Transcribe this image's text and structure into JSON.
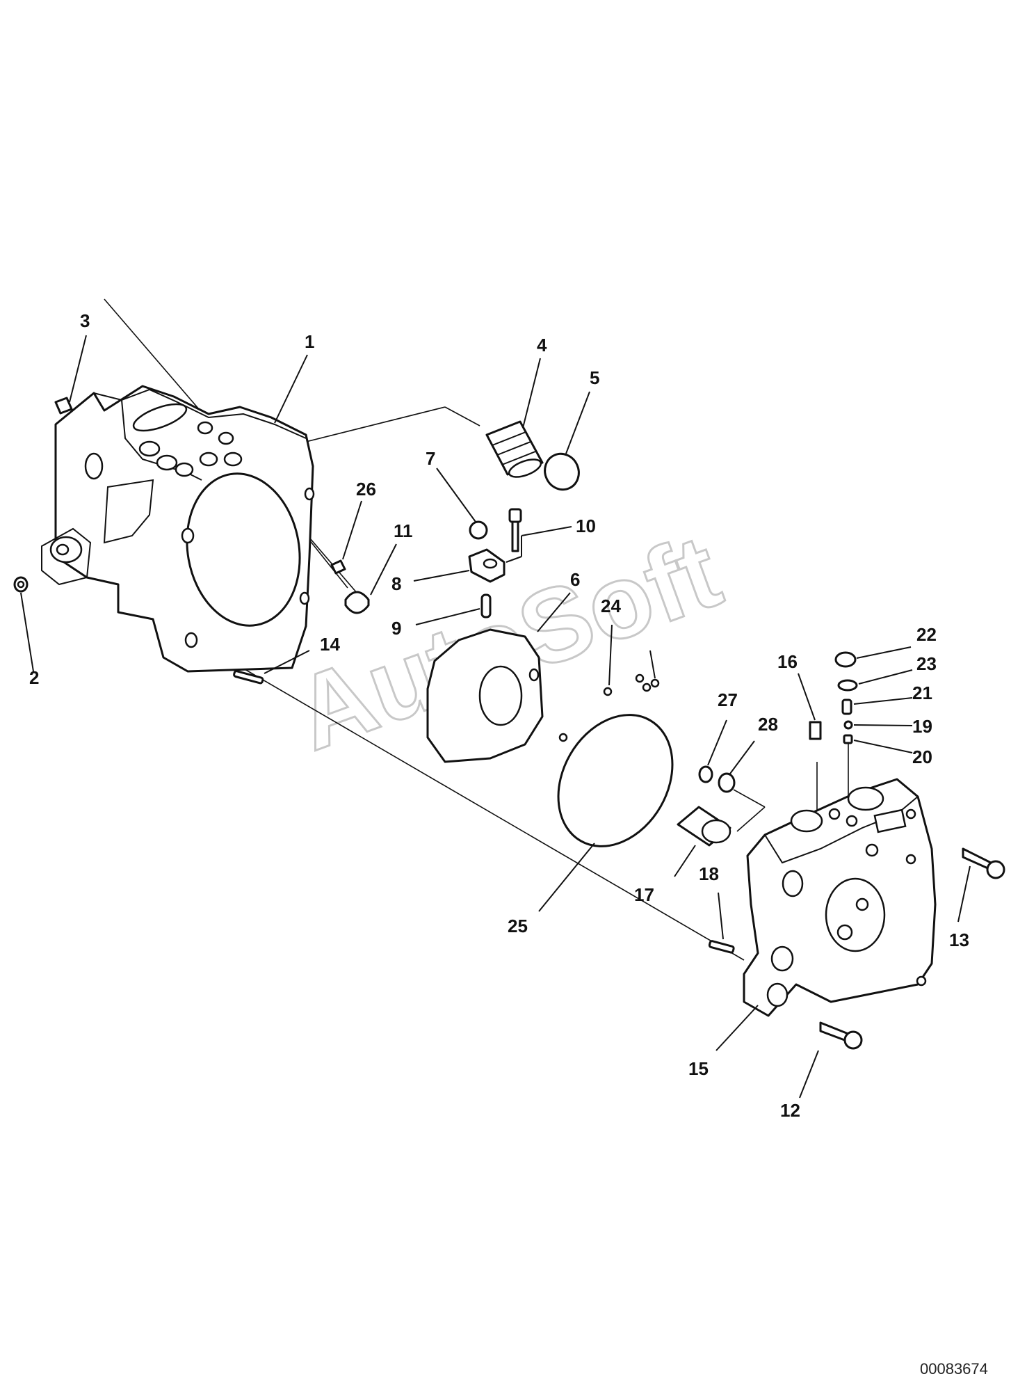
{
  "callouts": {
    "c1": "1",
    "c2": "2",
    "c3": "3",
    "c4": "4",
    "c5": "5",
    "c6": "6",
    "c7": "7",
    "c8": "8",
    "c9": "9",
    "c10": "10",
    "c11": "11",
    "c12": "12",
    "c13": "13",
    "c14": "14",
    "c15": "15",
    "c16": "16",
    "c17": "17",
    "c18": "18",
    "c19": "19",
    "c20": "20",
    "c21": "21",
    "c22": "22",
    "c23": "23",
    "c24": "24",
    "c25": "25",
    "c26": "26",
    "c27": "27",
    "c28": "28"
  },
  "watermark": "AutoSoft",
  "document_number": "00083674",
  "colors": {
    "line": "#111111",
    "watermark": "#c8c8c8",
    "background": "#ffffff"
  }
}
